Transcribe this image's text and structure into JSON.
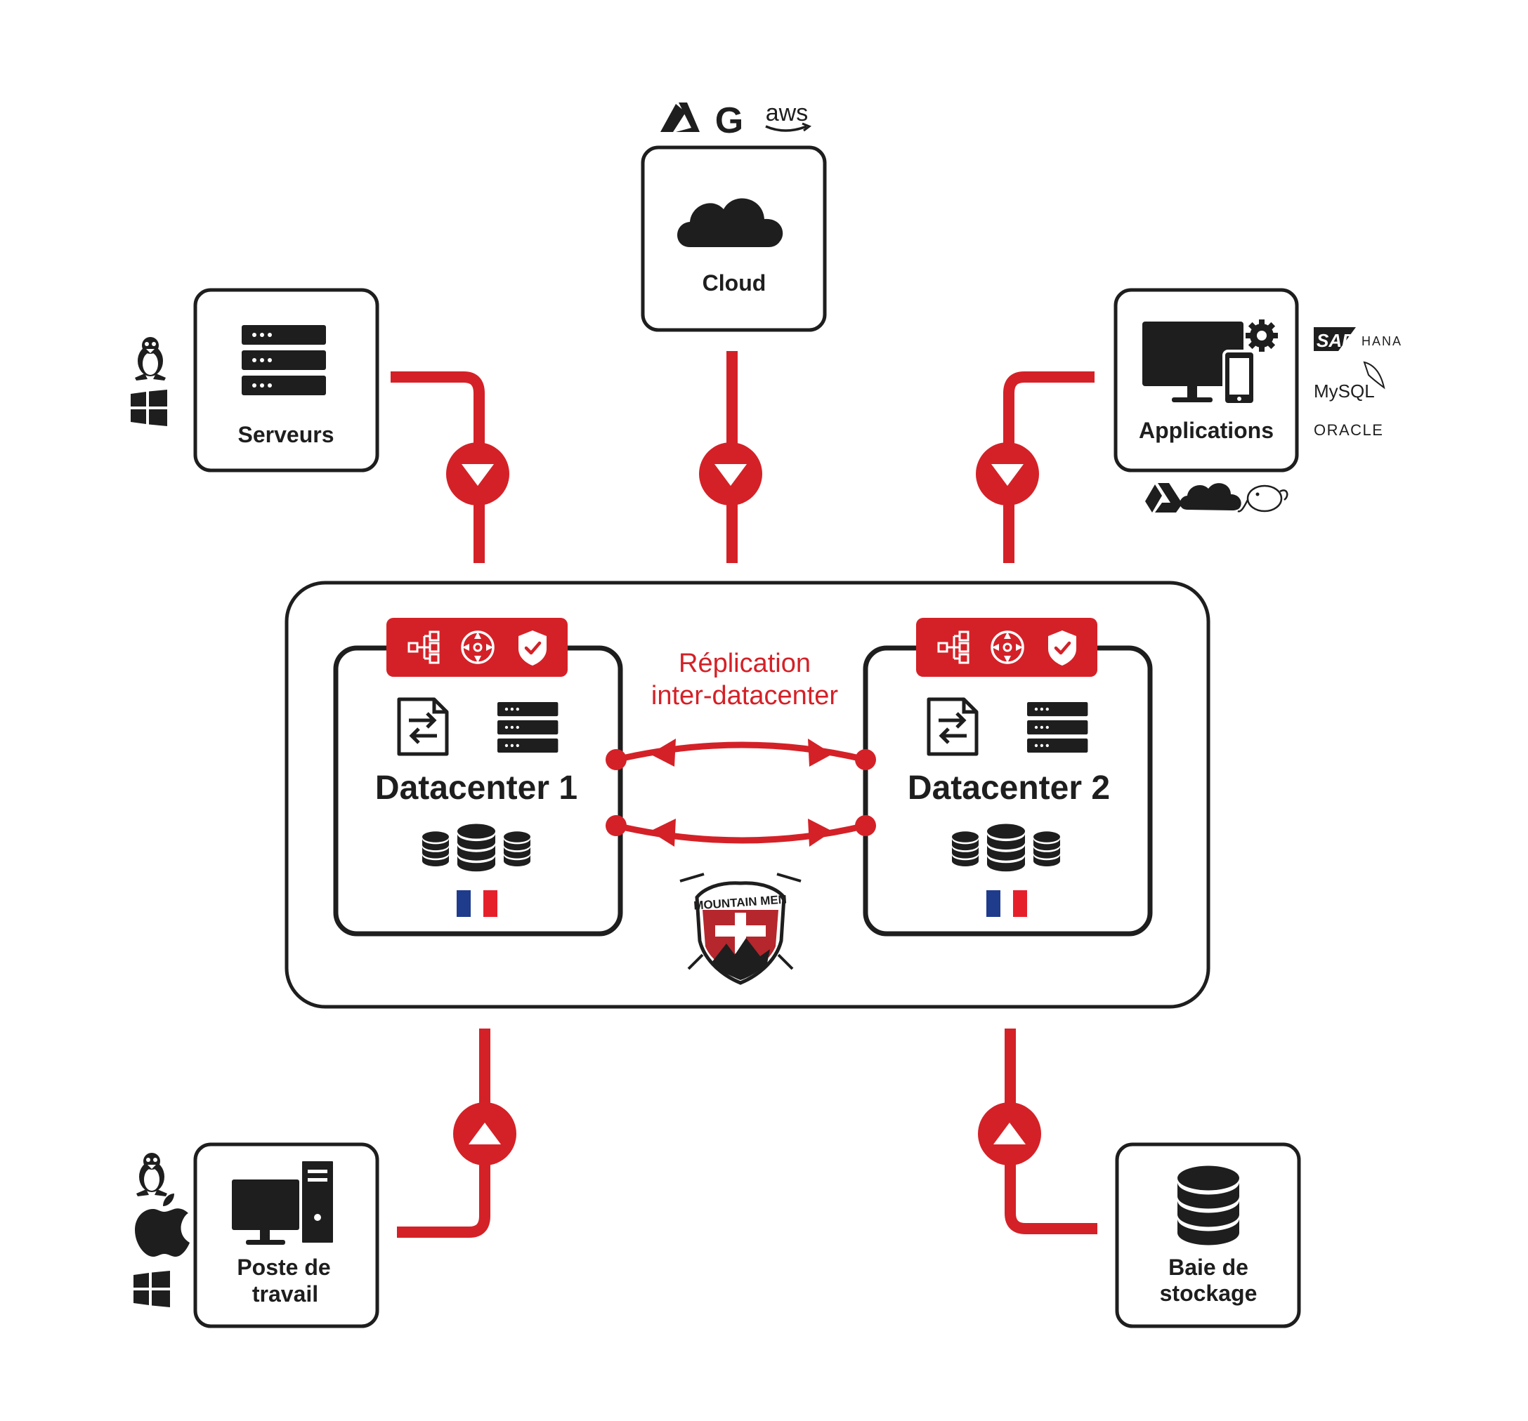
{
  "colors": {
    "accent": "#d42127",
    "dark": "#1e1e1e",
    "flag_blue": "#1f3b8c",
    "flag_red": "#e5202b",
    "background": "#ffffff"
  },
  "nodes": {
    "cloud": {
      "label": "Cloud",
      "icon": "cloud-icon",
      "providers": [
        {
          "name": "azure",
          "icon": "azure-logo-icon"
        },
        {
          "name": "google",
          "icon": "google-logo-icon",
          "text": "G"
        },
        {
          "name": "aws",
          "icon": "aws-logo-icon",
          "text": "aws"
        }
      ]
    },
    "servers": {
      "label": "Serveurs",
      "icon": "server-rack-icon",
      "os": [
        "linux-tux-icon",
        "windows-icon"
      ]
    },
    "applications": {
      "label": "Applications",
      "icon": "monitor-mobile-gear-icon",
      "vendors": [
        {
          "name": "sap",
          "text": "SAP",
          "suffix": "HANA"
        },
        {
          "name": "mysql",
          "text": "MySQL"
        },
        {
          "name": "oracle",
          "text": "ORACLE"
        }
      ],
      "extra_icons": [
        "google-drive-icon",
        "cloud-icon",
        "hadoop-elephant-icon"
      ]
    },
    "workstation": {
      "label_line1": "Poste de",
      "label_line2": "travail",
      "icon": "desktop-computer-icon",
      "os": [
        "linux-tux-icon",
        "apple-icon",
        "windows-icon"
      ]
    },
    "storage": {
      "label_line1": "Baie de",
      "label_line2": "stockage",
      "icon": "database-icon"
    }
  },
  "datacenters": [
    {
      "title": "Datacenter 1",
      "header_icons": [
        "network-icon",
        "crosshair-icon",
        "shield-check-icon"
      ],
      "flag": "france"
    },
    {
      "title": "Datacenter 2",
      "header_icons": [
        "network-icon",
        "crosshair-icon",
        "shield-check-icon"
      ],
      "flag": "france"
    }
  ],
  "replication": {
    "line1": "Réplication",
    "line2": "inter-datacenter"
  },
  "badge": {
    "text": "MOUNTAIN MEN",
    "icon": "mountain-men-shield-logo"
  },
  "flows": [
    {
      "from": "servers",
      "direction": "down"
    },
    {
      "from": "cloud",
      "direction": "down"
    },
    {
      "from": "applications",
      "direction": "down"
    },
    {
      "from": "workstation",
      "direction": "up"
    },
    {
      "from": "storage",
      "direction": "up"
    }
  ]
}
